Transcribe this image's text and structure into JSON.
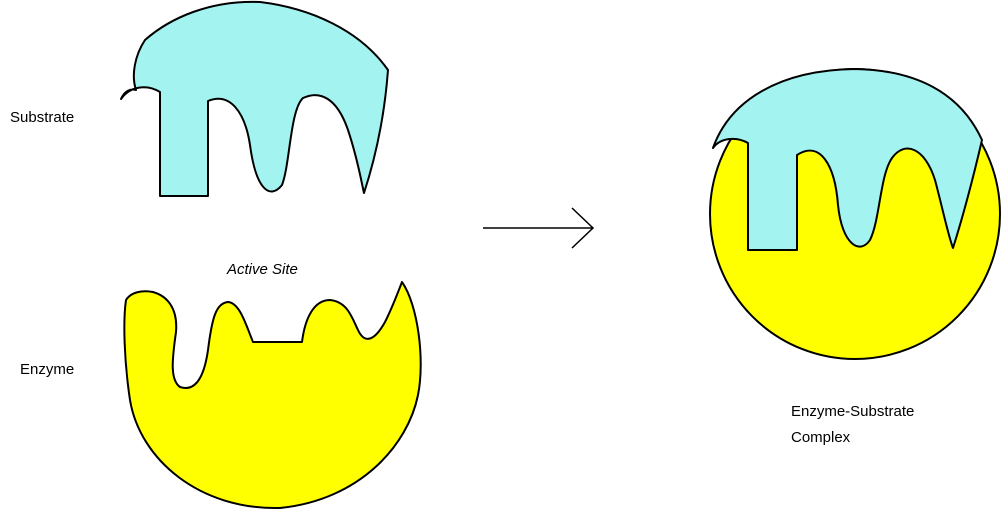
{
  "labels": {
    "substrate": "Substrate",
    "active_site": "Active  Site",
    "enzyme": "Enzyme",
    "complex_line1": "Enzyme-Substrate",
    "complex_line2": "Complex"
  },
  "colors": {
    "substrate_fill": "#a3f3f0",
    "enzyme_fill": "#ffff00",
    "outline": "#000000",
    "background": "#ffffff"
  }
}
